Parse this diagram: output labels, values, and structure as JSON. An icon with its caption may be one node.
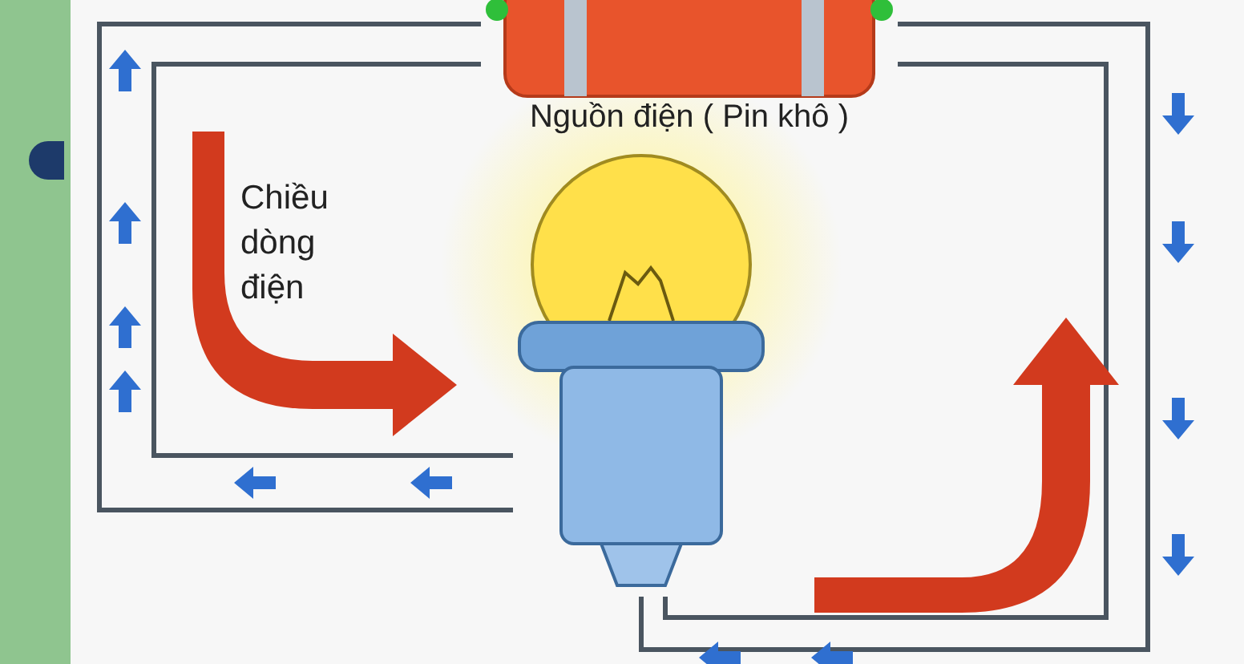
{
  "diagram": {
    "nodes": [
      {
        "text": [
          "Nguồn điện ( Pin khô )"
        ]
      },
      {
        "text": [],
        "shape": "picture"
      }
    ],
    "edges": [
      {
        "from": 0,
        "to": 1,
        "arrow": "none"
      },
      {
        "from": 1,
        "to": 0,
        "arrow": "none"
      }
    ],
    "labels": [
      "Chiều dòng điện"
    ]
  }
}
